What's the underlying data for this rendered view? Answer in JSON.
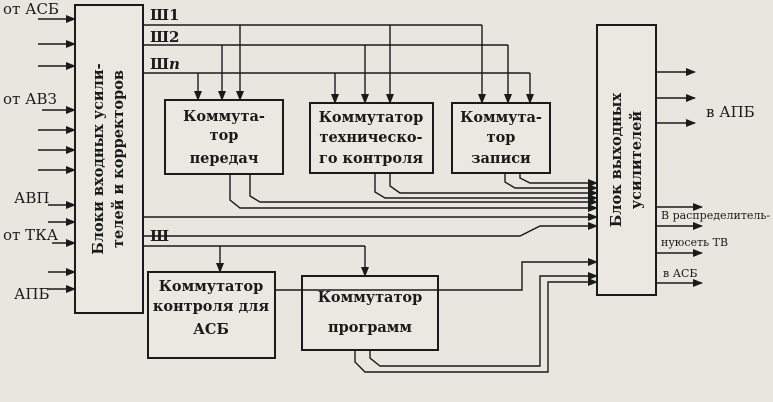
{
  "inputs": {
    "asb": "от АСБ",
    "avz": "от АВЗ",
    "avp": "АВП",
    "tka": "от ТКА",
    "apb": "АПБ"
  },
  "buses": {
    "sh1": "Ш1",
    "sh2": "Ш2",
    "shn": "Ш",
    "shn_sub": "n",
    "sh": "Ш"
  },
  "blocks": {
    "input_amplifiers": {
      "line1": "Блоки входных усили-",
      "line2": "телей и корректоров"
    },
    "transmission_switch": {
      "line1": "Коммута-",
      "line2": "тор",
      "line3": "передач"
    },
    "technical_control_switch": {
      "line1": "Коммутатор",
      "line2": "техническо-",
      "line3": "го контроля"
    },
    "recording_switch": {
      "line1": "Коммута-",
      "line2": "тор",
      "line3": "записи"
    },
    "asb_control_switch": {
      "line1": "Коммутатор",
      "line2": "контроля для",
      "line3": "АСБ"
    },
    "program_switch": {
      "line1": "Коммутатор",
      "line2": "программ"
    },
    "output_amplifiers": {
      "line1": "Блок выходных",
      "line2": "усилителей"
    }
  },
  "outputs": {
    "apb": "в АПБ",
    "distribution_line1": "В распределитель-",
    "distribution_line2": "нуюсеть ТВ",
    "asb": "в АСБ"
  }
}
